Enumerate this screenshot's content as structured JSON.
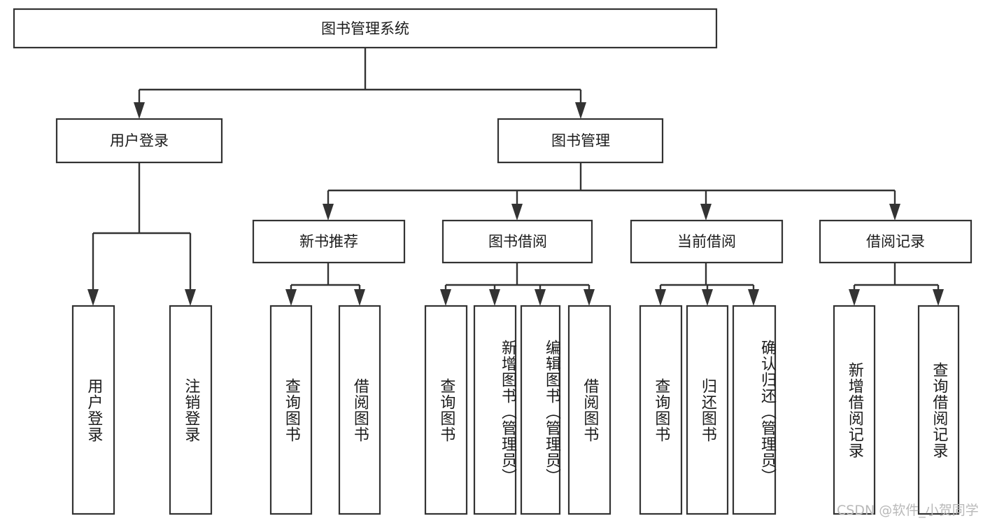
{
  "diagram": {
    "type": "tree",
    "title": "图书管理系统",
    "root": {
      "label": "图书管理系统"
    },
    "level2": [
      {
        "label": "用户登录"
      },
      {
        "label": "图书管理"
      }
    ],
    "level3": [
      {
        "label": "新书推荐"
      },
      {
        "label": "图书借阅"
      },
      {
        "label": "当前借阅"
      },
      {
        "label": "借阅记录"
      }
    ],
    "leaves": {
      "user_login": [
        {
          "label": "用户登录"
        },
        {
          "label": "注销登录"
        }
      ],
      "new_book_recommend": [
        {
          "label": "查询图书"
        },
        {
          "label": "借阅图书"
        }
      ],
      "book_borrow": [
        {
          "label": "查询图书"
        },
        {
          "label": "新增图书（管理员）"
        },
        {
          "label": "编辑图书（管理员）"
        },
        {
          "label": "借阅图书"
        }
      ],
      "current_borrow": [
        {
          "label": "查询图书"
        },
        {
          "label": "归还图书"
        },
        {
          "label": "确认归还（管理员）"
        }
      ],
      "borrow_record": [
        {
          "label": "新增借阅记录"
        },
        {
          "label": "查询借阅记录"
        }
      ]
    }
  },
  "watermark": {
    "text": "CSDN @软件_小贺同学"
  },
  "colors": {
    "box_stroke": "#333333",
    "box_fill": "#ffffff",
    "text": "#1b1b1b",
    "watermark": "#b9b9b9",
    "background": "#ffffff"
  }
}
